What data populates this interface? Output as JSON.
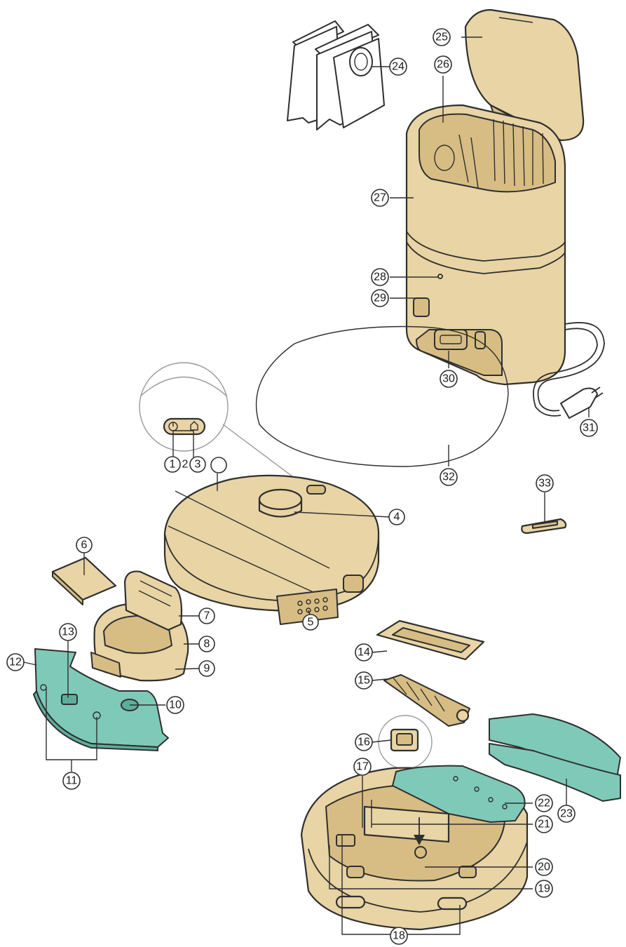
{
  "callouts": [
    {
      "id": "c1",
      "label": "1"
    },
    {
      "id": "c2",
      "label": "2"
    },
    {
      "id": "c3",
      "label": "3"
    },
    {
      "id": "c4",
      "label": "4"
    },
    {
      "id": "c5",
      "label": "5"
    },
    {
      "id": "c6",
      "label": "6"
    },
    {
      "id": "c7",
      "label": "7"
    },
    {
      "id": "c8",
      "label": "8"
    },
    {
      "id": "c9",
      "label": "9"
    },
    {
      "id": "c10",
      "label": "10"
    },
    {
      "id": "c11",
      "label": "11"
    },
    {
      "id": "c12",
      "label": "12"
    },
    {
      "id": "c13",
      "label": "13"
    },
    {
      "id": "c14",
      "label": "14"
    },
    {
      "id": "c15",
      "label": "15"
    },
    {
      "id": "c16",
      "label": "16"
    },
    {
      "id": "c17",
      "label": "17"
    },
    {
      "id": "c18",
      "label": "18"
    },
    {
      "id": "c19",
      "label": "19"
    },
    {
      "id": "c20",
      "label": "20"
    },
    {
      "id": "c21",
      "label": "21"
    },
    {
      "id": "c22",
      "label": "22"
    },
    {
      "id": "c23",
      "label": "23"
    },
    {
      "id": "c24",
      "label": "24"
    },
    {
      "id": "c25",
      "label": "25"
    },
    {
      "id": "c26",
      "label": "26"
    },
    {
      "id": "c27",
      "label": "27"
    },
    {
      "id": "c28",
      "label": "28"
    },
    {
      "id": "c29",
      "label": "29"
    },
    {
      "id": "c30",
      "label": "30"
    },
    {
      "id": "c31",
      "label": "31"
    },
    {
      "id": "c32",
      "label": "32"
    },
    {
      "id": "c33",
      "label": "33"
    }
  ],
  "colors": {
    "part_fill": "#e8d4a4",
    "accessory_fill": "#7fc9b8",
    "outline": "#2f2f2f",
    "background": "#ffffff"
  }
}
